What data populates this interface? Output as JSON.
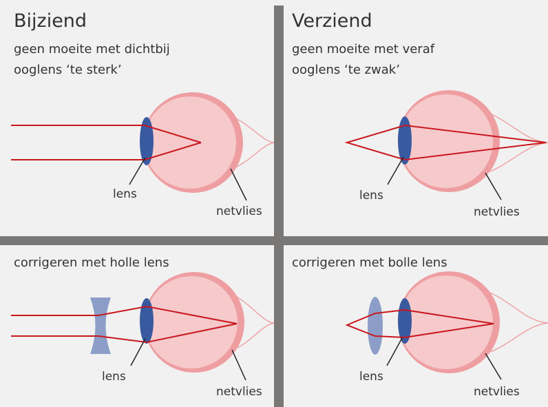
{
  "colors": {
    "ray": "#c8171c",
    "eye_fill": "#f6c9cb",
    "eye_rim": "#ee9ea1",
    "lens": "#3a5aa0",
    "corrective_lens": "#8c9ec8",
    "divider": "#7a7877",
    "background": "#f1f1f1",
    "text": "#333333"
  },
  "panels": {
    "top_left": {
      "title": "Bijziend",
      "line1": "geen moeite met dichtbij",
      "line2": "ooglens ‘te sterk’",
      "lens_label": "lens",
      "retina_label": "netvlies"
    },
    "top_right": {
      "title": "Verziend",
      "line1": "geen moeite met veraf",
      "line2": "ooglens ‘te zwak’",
      "lens_label": "lens",
      "retina_label": "netvlies"
    },
    "bottom_left": {
      "caption": "corrigeren met holle lens",
      "lens_label": "lens",
      "retina_label": "netvlies"
    },
    "bottom_right": {
      "caption": "corrigeren met bolle lens",
      "lens_label": "lens",
      "retina_label": "netvlies"
    }
  }
}
